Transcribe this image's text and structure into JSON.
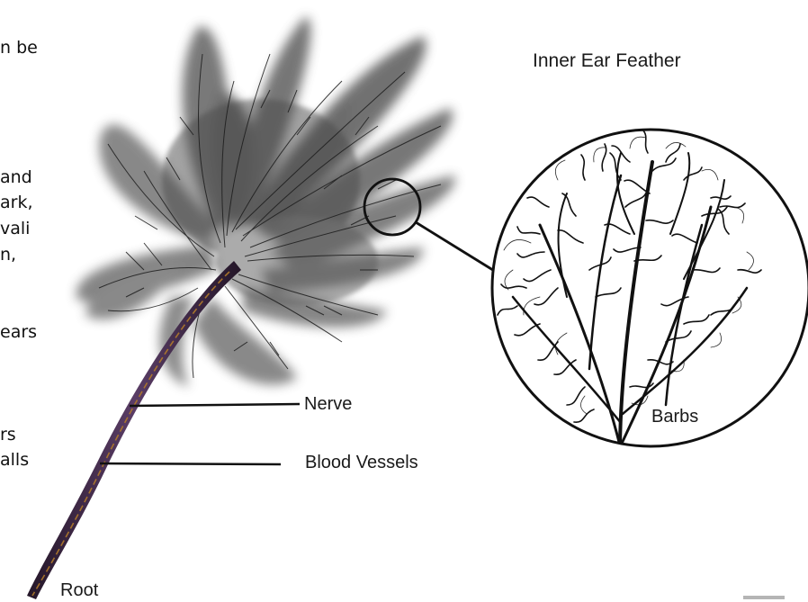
{
  "title": "Inner Ear Feather",
  "labels": {
    "nerve": "Nerve",
    "blood_vessels": "Blood Vessels",
    "root": "Root",
    "barbs": "Barbs"
  },
  "side_text_fragments": [
    "n be",
    "and",
    "ark,",
    "vali",
    "n,",
    "ears",
    "rs",
    "alls"
  ],
  "colors": {
    "feather": "#4a4a4a",
    "shaft": "#3a2440",
    "vessel": "#b07a2a",
    "outline": "#111111"
  }
}
